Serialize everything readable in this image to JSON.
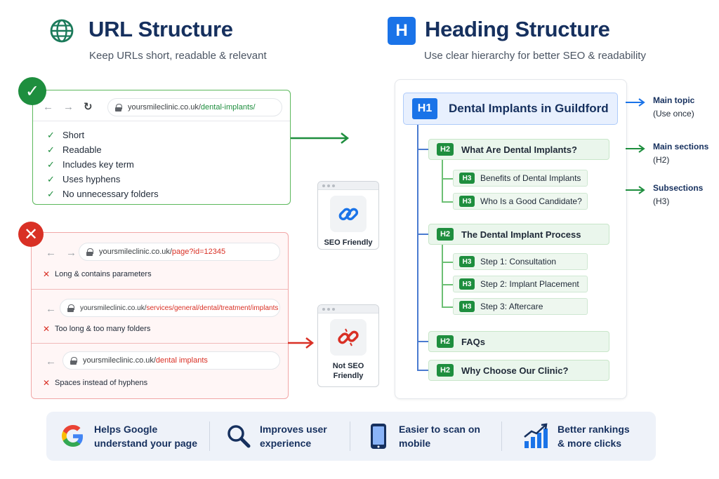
{
  "url_section": {
    "title": "URL Structure",
    "subtitle": "Keep URLs short, readable & relevant",
    "good": {
      "url_domain": "yoursmileclinic.co.uk/",
      "url_path": "dental-implants/",
      "checks": [
        "Short",
        "Readable",
        "Includes key term",
        "Uses hyphens",
        "No unnecessary folders"
      ]
    },
    "bad": [
      {
        "url_domain": "yoursmileclinic.co.uk/",
        "url_path": "page?id=12345",
        "issue": "Long & contains parameters"
      },
      {
        "url_domain": "yoursmileclinic.co.uk/",
        "url_path": "services/general/dental/treatment/implants",
        "issue": "Too long & too many folders"
      },
      {
        "url_domain": "yoursmileclinic.co.uk/",
        "url_path": "dental implants",
        "issue": "Spaces instead of hyphens"
      }
    ],
    "seo_friendly_label": "SEO Friendly",
    "not_seo_friendly_label": [
      "Not SEO",
      "Friendly"
    ]
  },
  "heading_section": {
    "badge": "H",
    "title": "Heading Structure",
    "subtitle": "Use clear hierarchy for better SEO & readability",
    "h1": {
      "tag": "H1",
      "text": "Dental Implants in Guildford"
    },
    "h2_items": [
      {
        "tag": "H2",
        "text": "What Are Dental Implants?"
      },
      {
        "tag": "H2",
        "text": "The Dental Implant Process"
      },
      {
        "tag": "H2",
        "text": "FAQs"
      },
      {
        "tag": "H2",
        "text": "Why Choose Our Clinic?"
      }
    ],
    "h3_items": [
      {
        "tag": "H3",
        "text": "Benefits of Dental Implants"
      },
      {
        "tag": "H3",
        "text": "Who Is a Good Candidate?"
      },
      {
        "tag": "H3",
        "text": "Step 1: Consultation"
      },
      {
        "tag": "H3",
        "text": "Step 2: Implant Placement"
      },
      {
        "tag": "H3",
        "text": "Step 3: Aftercare"
      }
    ],
    "notes": [
      {
        "title": "Main topic",
        "detail": "(Use once)"
      },
      {
        "title": "Main sections",
        "detail": "(H2)"
      },
      {
        "title": "Subsections",
        "detail": "(H3)"
      }
    ]
  },
  "benefits": [
    {
      "icon": "google-icon",
      "line1": "Helps Google",
      "line2": "understand your page"
    },
    {
      "icon": "magnifier-icon",
      "line1": "Improves user",
      "line2": "experience"
    },
    {
      "icon": "mobile-icon",
      "line1": "Easier to scan on",
      "line2": "mobile"
    },
    {
      "icon": "bar-chart-icon",
      "line1": "Better rankings",
      "line2": "& more clicks"
    }
  ],
  "colors": {
    "title_navy": "#16305e",
    "accent_blue": "#1a73e8",
    "good_green": "#1e8e3e",
    "bad_red": "#d93025"
  }
}
